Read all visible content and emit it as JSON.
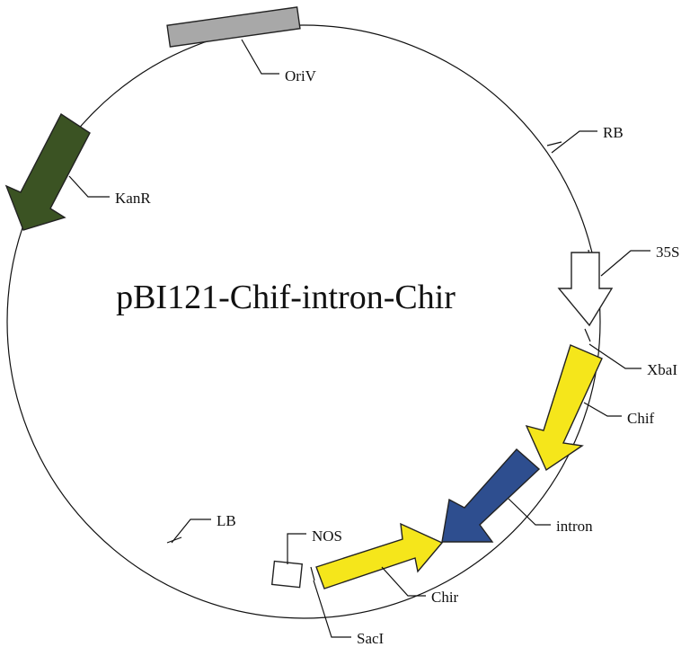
{
  "title": "pBI121-Chif-intron-Chir",
  "colors": {
    "backbone": "#111111",
    "oriv": "#a8a8a8",
    "kanr": "#3b5323",
    "promoter_35s": "#ffffff",
    "chif": "#f5e61b",
    "intron": "#2e4e8f",
    "chir": "#f5e61b",
    "nos": "#ffffff",
    "outline": "#222222"
  },
  "features": {
    "oriv": {
      "label": "OriV",
      "shape": "rectangle"
    },
    "kanr": {
      "label": "KanR",
      "shape": "arrow"
    },
    "rb": {
      "label": "RB",
      "shape": "site"
    },
    "promoter_35s": {
      "label": "35S",
      "shape": "arrow"
    },
    "xbai": {
      "label": "XbaI",
      "shape": "site"
    },
    "chif": {
      "label": "Chif",
      "shape": "arrow"
    },
    "intron": {
      "label": "intron",
      "shape": "arrow"
    },
    "chir": {
      "label": "Chir",
      "shape": "arrow"
    },
    "saci": {
      "label": "SacI",
      "shape": "site"
    },
    "nos": {
      "label": "NOS",
      "shape": "rectangle"
    },
    "lb": {
      "label": "LB",
      "shape": "site"
    }
  }
}
